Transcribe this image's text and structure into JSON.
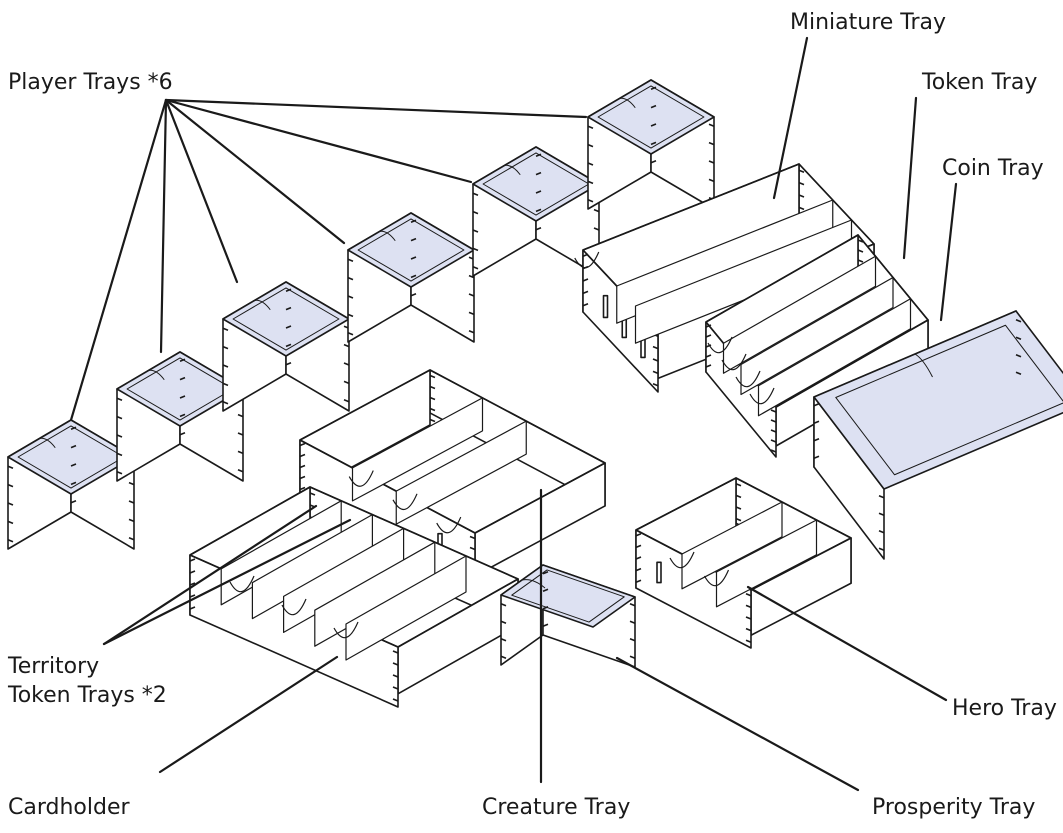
{
  "diagram": {
    "colors": {
      "lid": "#dde1f2",
      "panel": "#ffffff",
      "stroke": "#1a1a1a"
    },
    "labels": {
      "player_trays": "Player Trays *6",
      "miniature_tray": "Miniature Tray",
      "token_tray": "Token Tray",
      "coin_tray": "Coin Tray",
      "territory_line1": "Territory",
      "territory_line2": "Token Trays *2",
      "hero_tray": "Hero Tray",
      "cardholder": "Cardholder",
      "creature_tray": "Creature Tray",
      "prosperity_tray": "Prosperity Tray"
    }
  }
}
